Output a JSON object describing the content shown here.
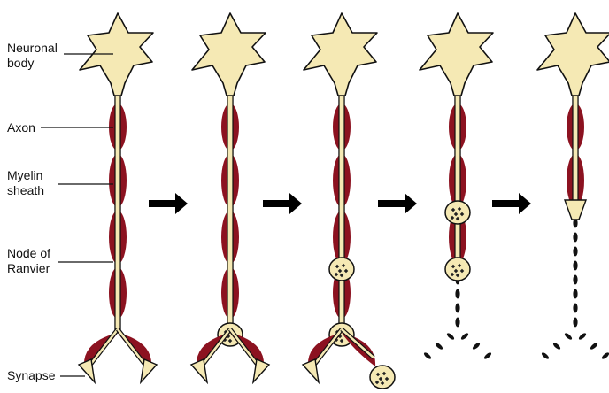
{
  "labels": {
    "neuronal_body": "Neuronal\nbody",
    "axon": "Axon",
    "myelin_sheath": "Myelin\nsheath",
    "node_of_ranvier": "Node of\nRanvier",
    "synapse": "Synapse"
  },
  "stages": [
    {
      "id": 1,
      "swollen_nodes": [],
      "fragmented_from_node": null,
      "detached_terminal": false
    },
    {
      "id": 2,
      "swollen_nodes": [
        4
      ],
      "fragmented_from_node": null,
      "detached_terminal": false
    },
    {
      "id": 3,
      "swollen_nodes": [
        3,
        4
      ],
      "fragmented_from_node": null,
      "detached_terminal": true
    },
    {
      "id": 4,
      "swollen_nodes": [
        2,
        3
      ],
      "fragmented_from_node": 3,
      "detached_terminal": false
    },
    {
      "id": 5,
      "swollen_nodes": [
        2
      ],
      "fragmented_from_node": 2,
      "detached_terminal": false
    }
  ],
  "arrows_between_stages": 4,
  "colors": {
    "cell_body": "#f5e9b4",
    "myelin": "#8c1220",
    "axon": "#f5e9b4",
    "outline": "#111111",
    "arrow": "#000000"
  }
}
